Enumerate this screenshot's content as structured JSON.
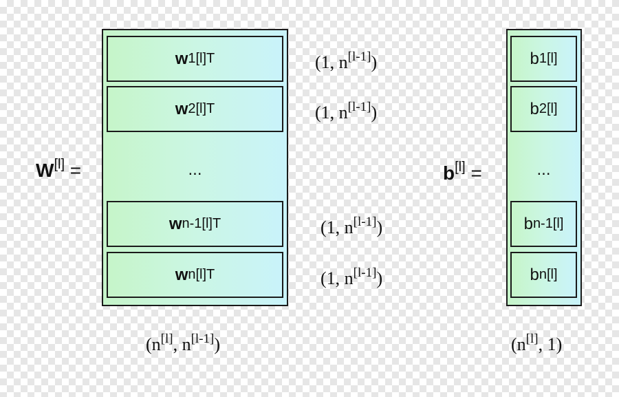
{
  "W": {
    "lhs_symbol": "W",
    "lhs_superscript": "[l]",
    "equals": "=",
    "rows": [
      {
        "base": "w",
        "sub": "1",
        "sup": "[l]T",
        "dim_prefix": "(1, n",
        "dim_sup": "[l-1]",
        "dim_suffix": ")"
      },
      {
        "base": "w",
        "sub": "2",
        "sup": "[l]T",
        "dim_prefix": "(1, n",
        "dim_sup": "[l-1]",
        "dim_suffix": ")"
      },
      {
        "base": "w",
        "sub": "n-1",
        "sup": "[l]T",
        "dim_prefix": "(1, n",
        "dim_sup": "[l-1]",
        "dim_suffix": ")"
      },
      {
        "base": "w",
        "sub": "n",
        "sup": "[l]T",
        "dim_prefix": "(1, n",
        "dim_sup": "[l-1]",
        "dim_suffix": ")"
      }
    ],
    "ellipsis": "...",
    "shape": {
      "p1": "(n",
      "s1": "[l]",
      "p2": ", n",
      "s2": "[l-1]",
      "p3": ")"
    }
  },
  "b": {
    "lhs_symbol": "b",
    "lhs_superscript": "[l]",
    "equals": "=",
    "cells": [
      {
        "base": "b",
        "sub": "1",
        "sup": "[l]"
      },
      {
        "base": "b",
        "sub": "2",
        "sup": "[l]"
      },
      {
        "base": "b",
        "sub": "n-1",
        "sup": "[l]"
      },
      {
        "base": "b",
        "sub": "n",
        "sup": "[l]"
      }
    ],
    "ellipsis": "...",
    "shape": {
      "p1": "(n",
      "s1": "[l]",
      "p2": ", 1)"
    }
  }
}
